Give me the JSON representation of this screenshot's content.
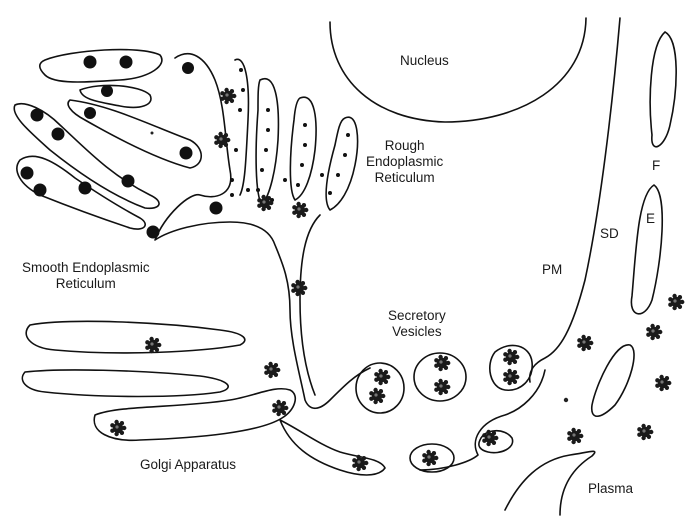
{
  "labels": {
    "nucleus": "Nucleus",
    "rough_er_1": "Rough",
    "rough_er_2": "Endoplasmic",
    "rough_er_3": "Reticulum",
    "smooth_er_1": "Smooth Endoplasmic",
    "smooth_er_2": "Reticulum",
    "secretory_1": "Secretory",
    "secretory_2": "Vesicles",
    "golgi": "Golgi Apparatus",
    "plasma": "Plasma",
    "pm": "PM",
    "sd": "SD",
    "e": "E",
    "f": "F"
  },
  "colors": {
    "stroke": "#111111",
    "background": "#ffffff"
  }
}
